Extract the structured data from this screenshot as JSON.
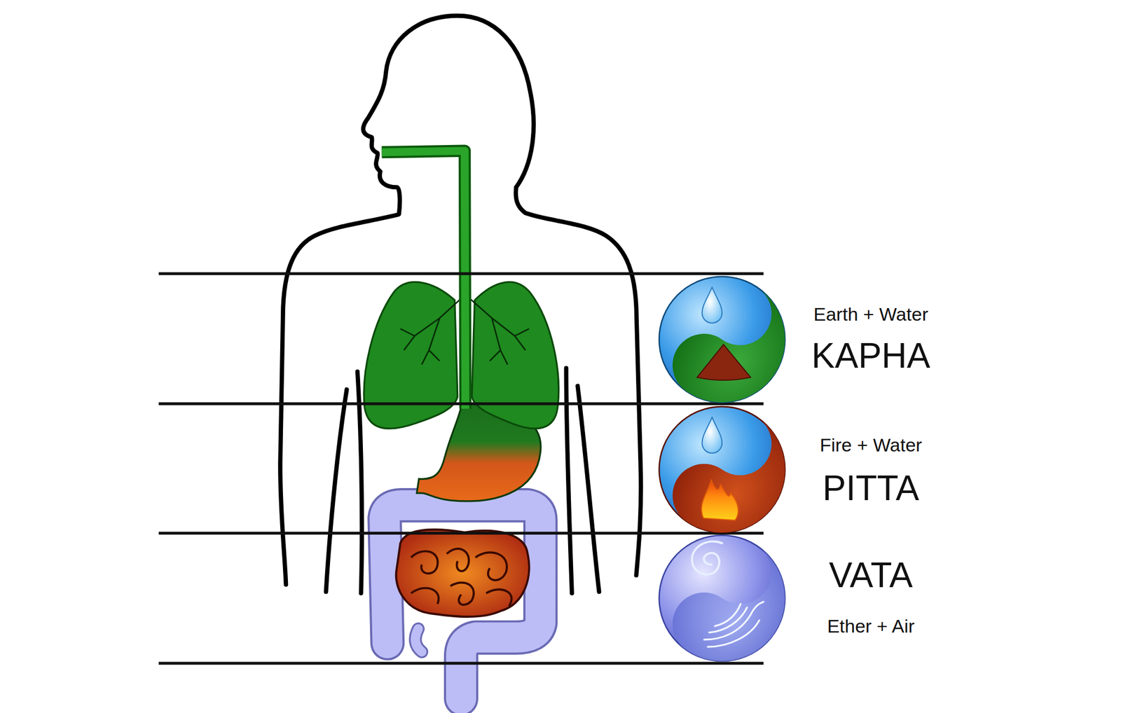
{
  "diagram": {
    "nodes": [
      {
        "text": [
          "Earth + Water",
          "KAPHA"
        ]
      },
      {
        "text": [
          "Fire + Water",
          "PITTA"
        ]
      },
      {
        "text": [
          "VATA",
          "Ether + Air"
        ]
      }
    ]
  }
}
